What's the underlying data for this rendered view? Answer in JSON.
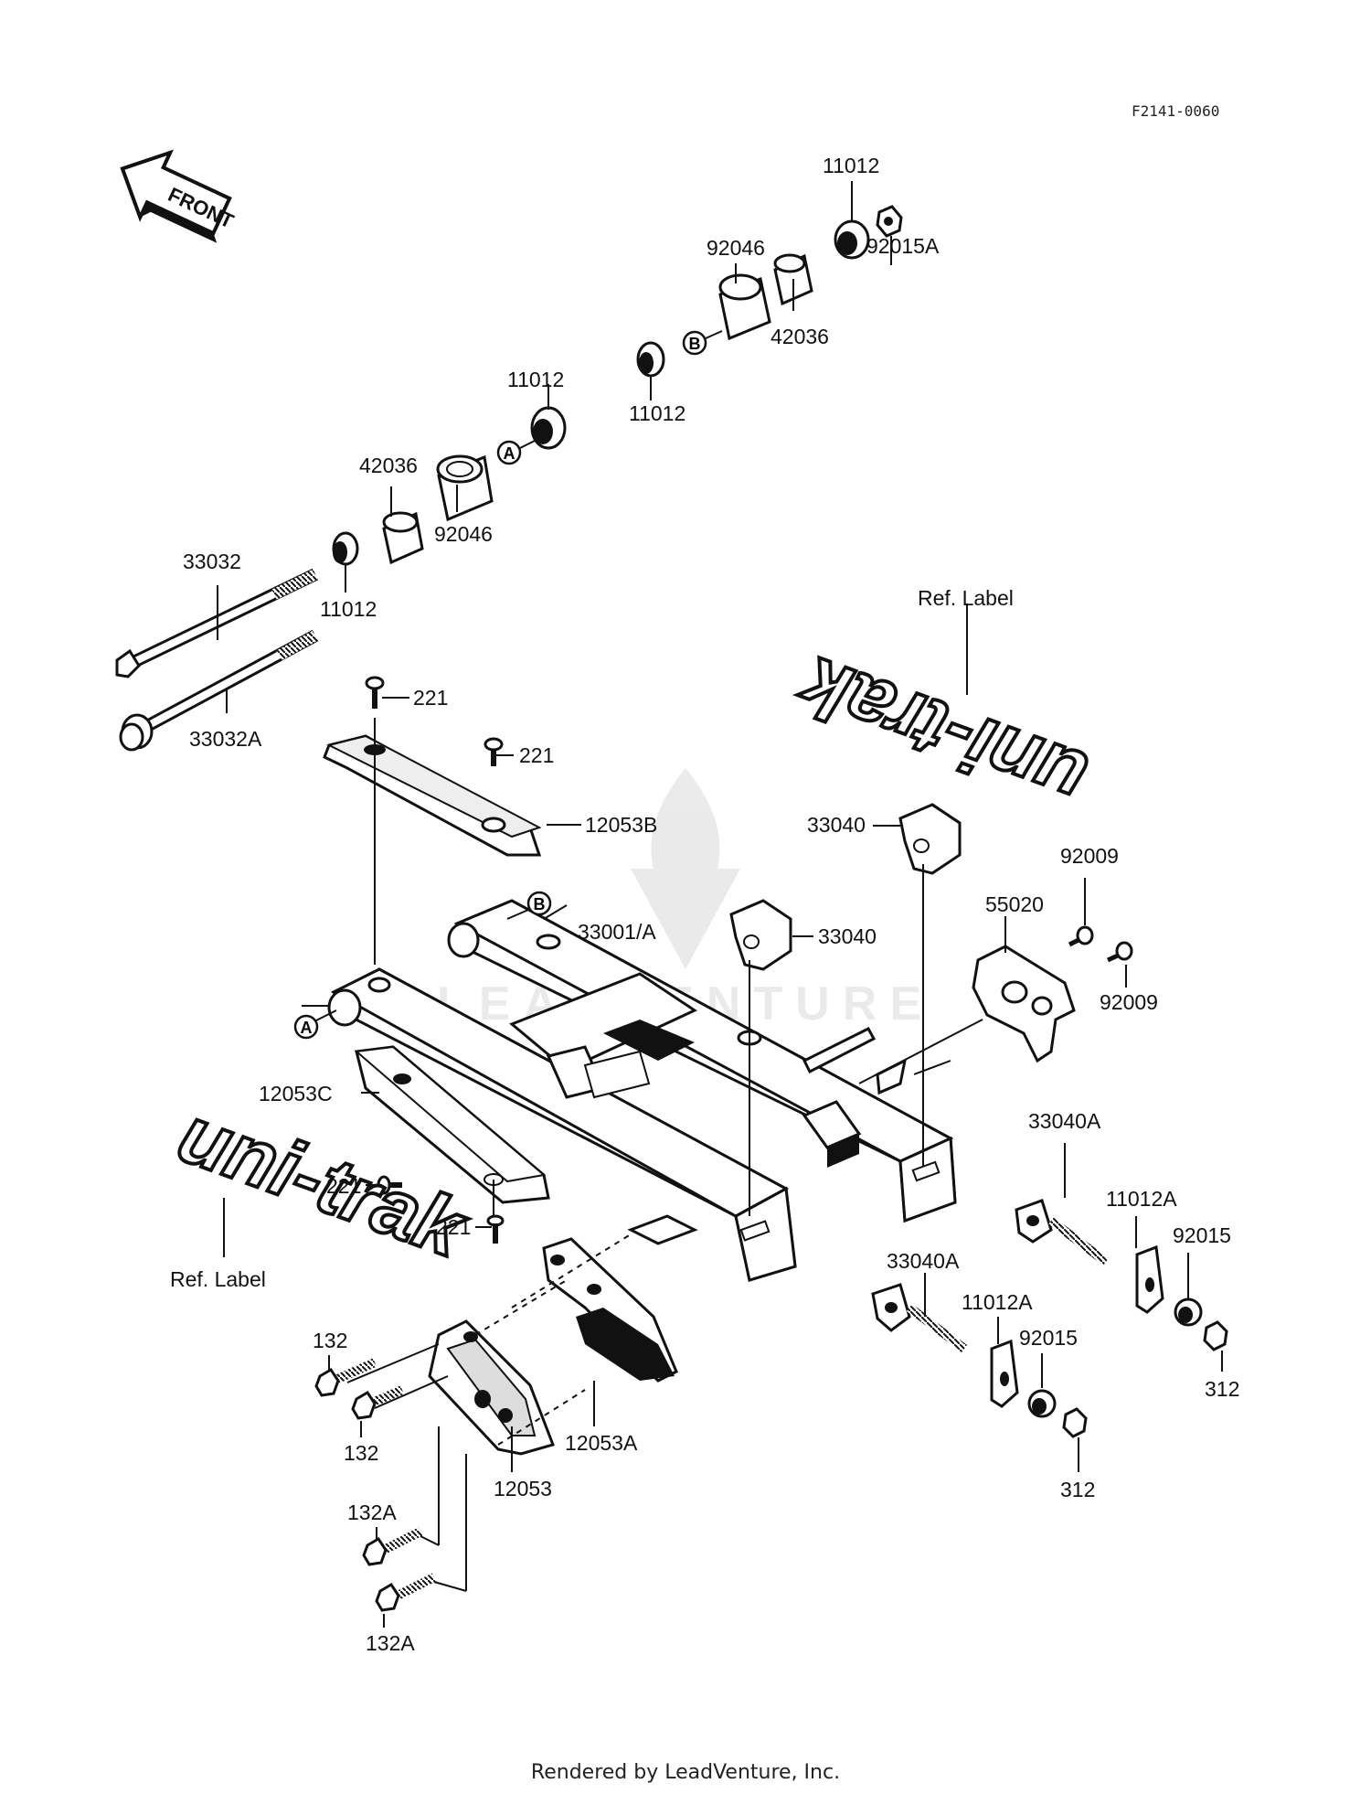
{
  "diagram_code": "F2141-0060",
  "front_label": "FRONT",
  "ref_label": "Ref. Label",
  "watermark": "LEADVENTURE",
  "logo_label": "uni-trak",
  "footer": "Rendered by LeadVenture, Inc.",
  "parts": {
    "p11012_top": "11012",
    "p92015A": "92015A",
    "p92046_top": "92046",
    "p42036_top": "42036",
    "p11012_mid": "11012",
    "p11012_left_top": "11012",
    "p42036_left": "42036",
    "p92046_left": "92046",
    "p11012_left": "11012",
    "p33032": "33032",
    "p33032A": "33032A",
    "p221_a": "221",
    "p221_b": "221",
    "p12053B": "12053B",
    "p33040_a": "33040",
    "p33040_b": "33040",
    "p92009_a": "92009",
    "p55020": "55020",
    "p92009_b": "92009",
    "p33001A": "33001/A",
    "p12053C": "12053C",
    "p221_c": "221",
    "p221_d": "221",
    "p33040A_a": "33040A",
    "p11012A_a": "11012A",
    "p92015_a": "92015",
    "p33040A_b": "33040A",
    "p11012A_b": "11012A",
    "p92015_b": "92015",
    "p312_a": "312",
    "p312_b": "312",
    "p132_a": "132",
    "p132_b": "132",
    "p12053A": "12053A",
    "p12053": "12053",
    "p132A_a": "132A",
    "p132A_b": "132A"
  },
  "markers": {
    "a": "A",
    "b": "B"
  }
}
